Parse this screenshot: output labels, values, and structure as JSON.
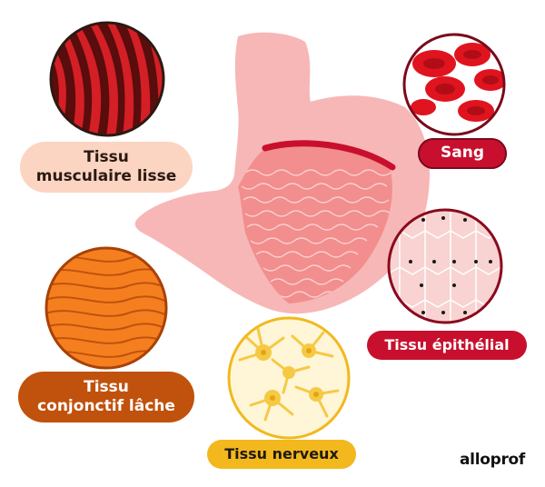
{
  "labels": {
    "muscle_line1": "Tissu",
    "muscle_line2": "musculaire lisse",
    "blood": "Sang",
    "epithelial": "Tissu épithélial",
    "connective_line1": "Tissu",
    "connective_line2": "conjonctif lâche",
    "nervous": "Tissu nerveux"
  },
  "brand": "alloprof",
  "colors": {
    "stomach_outer": "#f7b7b7",
    "stomach_inner": "#f28e8e",
    "wall_band": "#c8102e",
    "muscle": "#d41f26",
    "blood": "#e0141e",
    "epithelial": "#f8d3d1",
    "connective": "#f57f1f",
    "nervous": "#f6c945",
    "accent_red": "#c8102e",
    "accent_orange": "#c0520d",
    "accent_yellow": "#f2b81d"
  },
  "icons": [
    "stomach-illustration",
    "smooth-muscle-circle",
    "blood-circle",
    "epithelial-circle",
    "connective-circle",
    "nervous-circle"
  ]
}
